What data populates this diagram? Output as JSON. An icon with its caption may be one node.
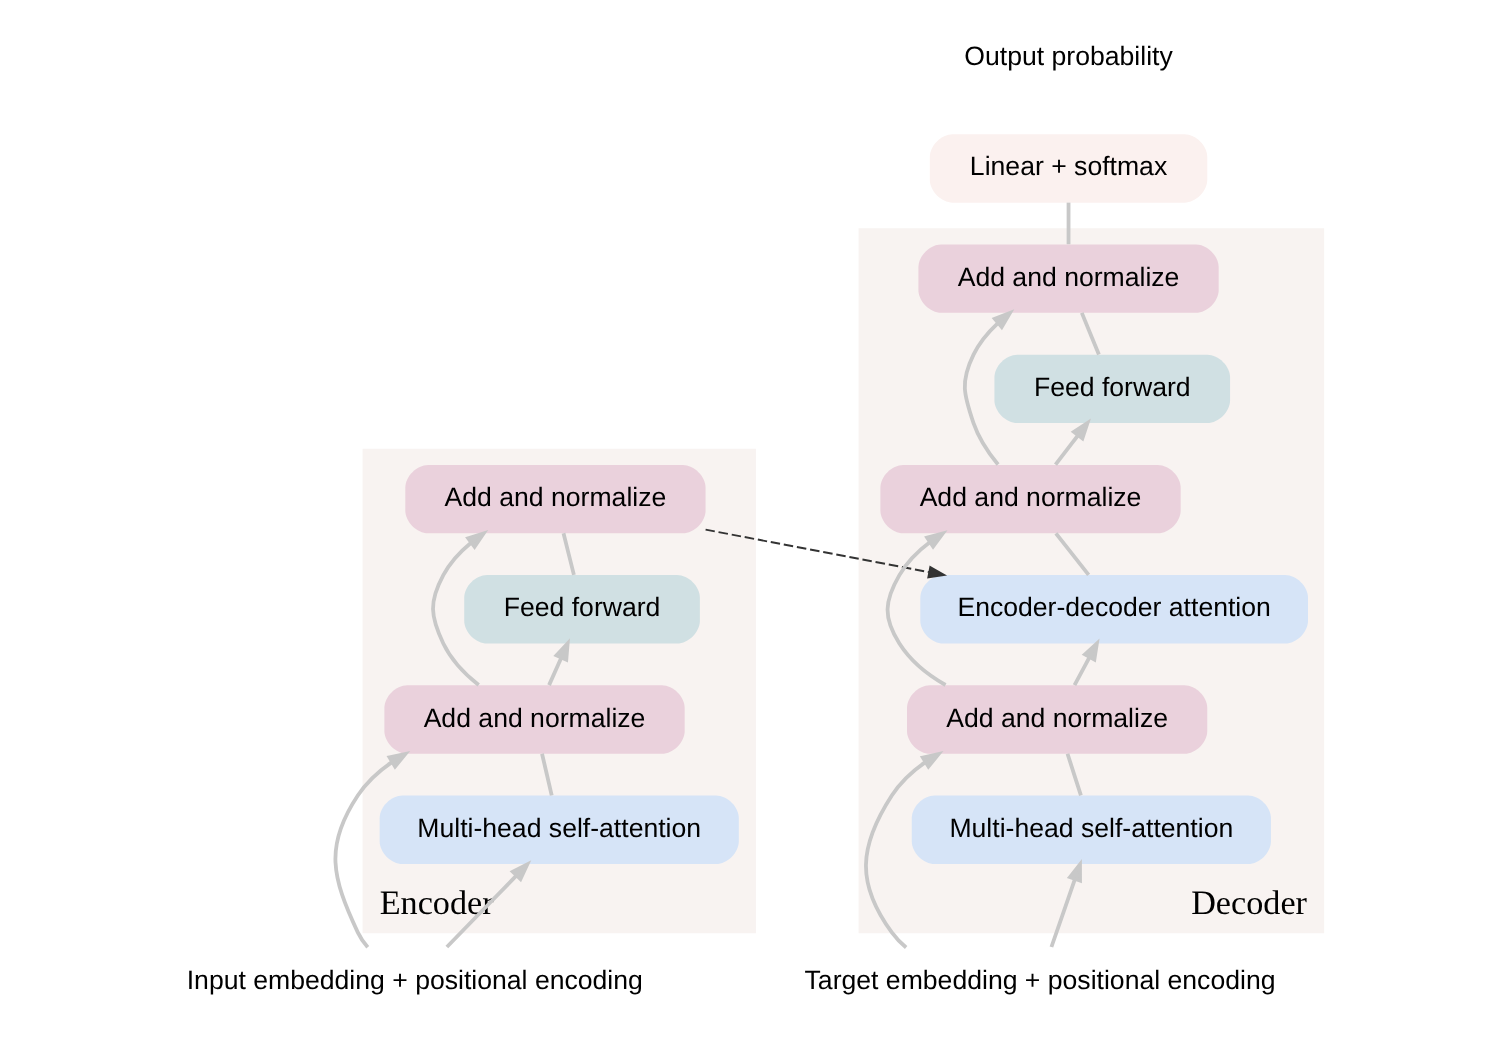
{
  "diagram": {
    "nodes": [
      {
        "text": [
          "Encoder"
        ]
      },
      {
        "text": [
          "Add and normalize"
        ],
        "in": 0
      },
      {
        "text": [
          "Feed forward"
        ],
        "in": 0
      },
      {
        "text": [
          "Add and normalize"
        ],
        "in": 0
      },
      {
        "text": [
          "Multi-head self-attention"
        ],
        "in": 0
      },
      {
        "text": [
          "Input embedding + positional encoding"
        ]
      },
      {
        "text": [
          "Decoder"
        ]
      },
      {
        "text": [
          "Add and normalize"
        ],
        "in": 6
      },
      {
        "text": [
          "Feed forward"
        ],
        "in": 6
      },
      {
        "text": [
          "Add and normalize"
        ],
        "in": 6
      },
      {
        "text": [
          "Encoder-decoder attention"
        ],
        "in": 6
      },
      {
        "text": [
          "Add and normalize"
        ],
        "in": 6
      },
      {
        "text": [
          "Multi-head self-attention"
        ],
        "in": 6
      },
      {
        "text": [
          "Target embedding + positional encoding"
        ]
      },
      {
        "text": [
          "Linear + softmax"
        ]
      }
    ],
    "edges": [
      {
        "from": 5,
        "to": 4,
        "arrow": "to"
      },
      {
        "from": 5,
        "to": 3,
        "arrow": "to"
      },
      {
        "from": 4,
        "to": 3,
        "arrow": "none"
      },
      {
        "from": 3,
        "to": 2,
        "arrow": "to"
      },
      {
        "from": 3,
        "to": 1,
        "arrow": "to"
      },
      {
        "from": 2,
        "to": 1,
        "arrow": "none"
      },
      {
        "from": 1,
        "to": 10,
        "arrow": "to",
        "style": "dashed",
        "color": "#333333"
      },
      {
        "from": 13,
        "to": 12,
        "arrow": "to"
      },
      {
        "from": 13,
        "to": 11,
        "arrow": "to"
      },
      {
        "from": 12,
        "to": 11,
        "arrow": "none"
      },
      {
        "from": 11,
        "to": 10,
        "arrow": "to"
      },
      {
        "from": 11,
        "to": 9,
        "arrow": "to"
      },
      {
        "from": 10,
        "to": 9,
        "arrow": "none"
      },
      {
        "from": 9,
        "to": 8,
        "arrow": "to"
      },
      {
        "from": 9,
        "to": 7,
        "arrow": "to"
      },
      {
        "from": 8,
        "to": 7,
        "arrow": "none"
      },
      {
        "from": 7,
        "to": 14,
        "arrow": "none"
      }
    ],
    "labels": [
      "Output probability"
    ]
  }
}
